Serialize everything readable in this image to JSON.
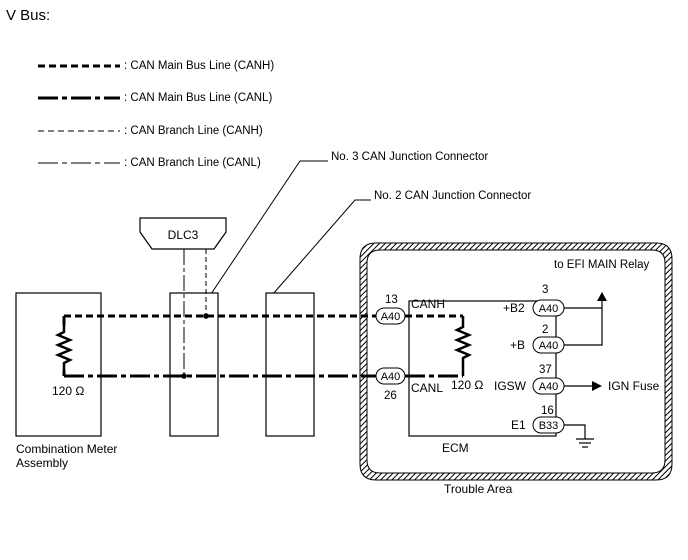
{
  "title": "V Bus:",
  "legend": [
    {
      "style": "dash-thick",
      "label": ": CAN Main Bus Line (CANH)"
    },
    {
      "style": "dashdot-thick",
      "label": ": CAN Main Bus Line (CANL)"
    },
    {
      "style": "dash-thin",
      "label": ": CAN Branch Line (CANH)"
    },
    {
      "style": "dashdot-thin",
      "label": ": CAN Branch Line (CANL)"
    }
  ],
  "callouts": {
    "no3_junction": "No. 3 CAN Junction Connector",
    "no2_junction": "No. 2 CAN Junction Connector"
  },
  "dlc3": "DLC3",
  "meter": {
    "resistor": "120 Ω",
    "name_line1": "Combination Meter",
    "name_line2": "Assembly"
  },
  "ecm": {
    "name": "ECM",
    "resistor": "120 Ω",
    "relay_label": "to EFI MAIN Relay",
    "ign_label": "IGN Fuse",
    "trouble_area": "Trouble Area",
    "left_pins": [
      {
        "pin": "13",
        "connector": "A40",
        "signal": "CANH"
      },
      {
        "pin": "26",
        "connector": "A40",
        "signal": "CANL"
      }
    ],
    "right_pins": [
      {
        "pin": "3",
        "connector": "A40",
        "signal": "+B2"
      },
      {
        "pin": "2",
        "connector": "A40",
        "signal": "+B"
      },
      {
        "pin": "37",
        "connector": "A40",
        "signal": "IGSW"
      },
      {
        "pin": "16",
        "connector": "B33",
        "signal": "E1"
      }
    ]
  }
}
